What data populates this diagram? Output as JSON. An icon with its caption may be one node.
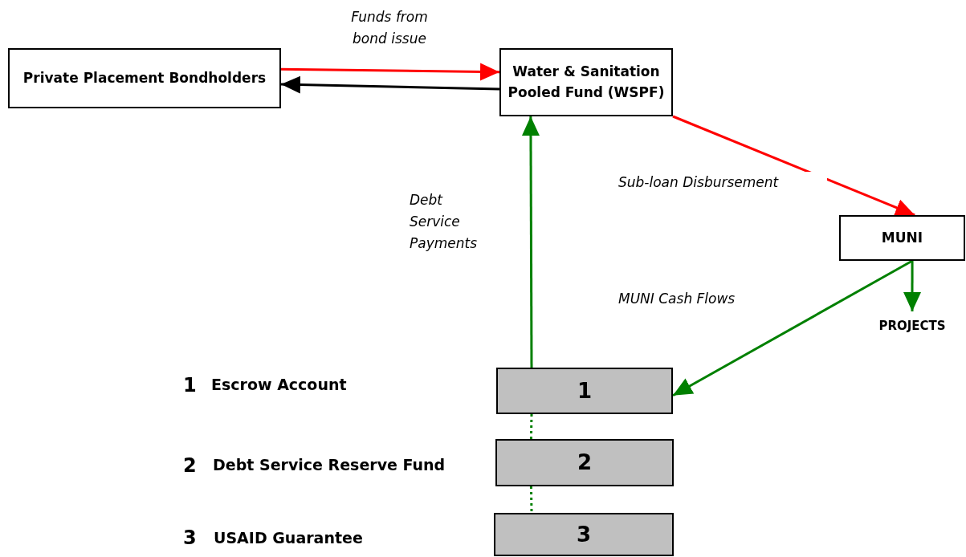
{
  "diagram": {
    "nodes": [
      {
        "text": [
          "Private Placement Bondholders"
        ]
      },
      {
        "text": [
          "Water & Sanitation Pooled Fund (WSPF)"
        ]
      },
      {
        "text": [
          "MUNI"
        ]
      },
      {
        "text": [
          "PROJECTS"
        ]
      },
      {
        "text": [
          "1"
        ]
      },
      {
        "text": [
          "2"
        ]
      },
      {
        "text": [
          "3"
        ]
      }
    ],
    "edges": [
      {
        "from": 0,
        "to": 1,
        "arrow": "to",
        "label": "Funds from bond issue",
        "color": "#ff0000"
      },
      {
        "from": 1,
        "to": 0,
        "arrow": "to",
        "color": "#000000"
      },
      {
        "from": 1,
        "to": 2,
        "arrow": "to",
        "label": "Sub-loan Disbursement",
        "color": "#ff0000"
      },
      {
        "from": 2,
        "to": 3,
        "arrow": "to"
      },
      {
        "from": 2,
        "to": 4,
        "arrow": "to",
        "label": "MUNI Cash Flows"
      },
      {
        "from": 4,
        "to": 1,
        "arrow": "to",
        "label": "Debt Service Payments"
      },
      {
        "from": 4,
        "to": 5,
        "arrow": "none",
        "style": "dashed"
      },
      {
        "from": 5,
        "to": 6,
        "arrow": "none",
        "style": "dashed"
      }
    ],
    "labels": [
      "1",
      "Escrow Account",
      "2",
      "Debt Service Reserve Fund",
      "3",
      "USAID Guarantee"
    ]
  }
}
